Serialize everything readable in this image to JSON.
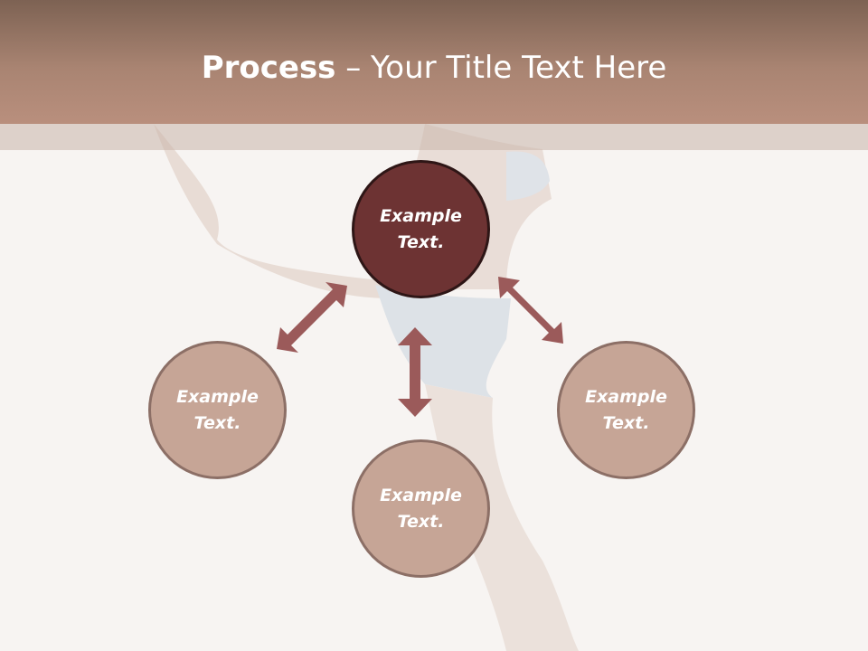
{
  "slide": {
    "title_bold": "Process",
    "title_rest": " – Your Title Text Here"
  },
  "diagram": {
    "center": "Example\nText.",
    "nodes": [
      {
        "label": "Example\nText."
      },
      {
        "label": "Example\nText."
      },
      {
        "label": "Example\nText."
      }
    ]
  },
  "colors": {
    "header": "#a98472",
    "center_fill": "#6d3333",
    "node_fill": "#c6a596",
    "arrow": "#9b5a5a"
  }
}
